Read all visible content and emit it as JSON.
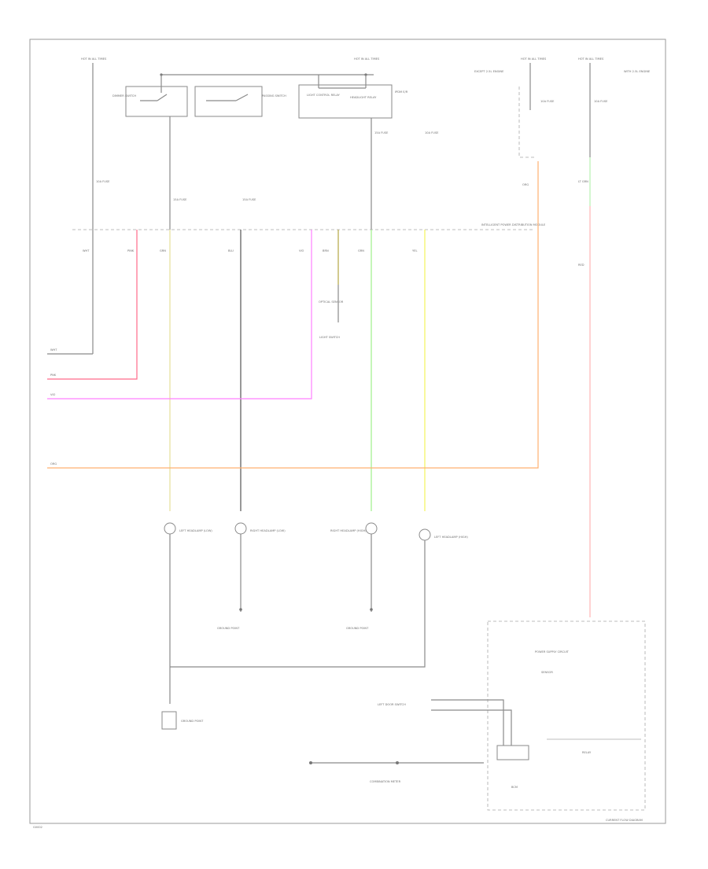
{
  "diagram": {
    "footer_code": "G0002",
    "caption": "CURRENT FLOW DIAGRAM",
    "top_labels": {
      "hot_a": "HOT IN ALL TIMES",
      "hot_b": "HOT IN ALL TIMES",
      "hot_c": "HOT IN ALL TIMES",
      "hot_d": "HOT IN ALL TIMES"
    },
    "switch_labels": {
      "sw1": "DIMMER SWITCH",
      "sw2": "PASSING SWITCH",
      "relay_coil": "LIGHT CONTROL RELAY",
      "relay_name": "HEADLIGHT RELAY",
      "relay_note": "IPDM E/R"
    },
    "fuses": {
      "f1": "10A FUSE",
      "f2": "15A FUSE",
      "f3": "15A FUSE",
      "f4": "15A FUSE",
      "f5": "10A FUSE",
      "f6": "10A FUSE"
    },
    "bus": {
      "label": "INTELLIGENT POWER DISTRIBUTION MODULE"
    },
    "wire_codes": {
      "w1": "WHT",
      "w2": "PINK",
      "w3": "GRN",
      "w4": "BLU",
      "w5": "VIO",
      "w6": "BRN",
      "w7": "GRN",
      "w8": "YEL",
      "w9": "ORG",
      "w10": "LT GRN",
      "w11": "RED"
    },
    "left_codes": {
      "c1": "WHT",
      "c2": "PNK",
      "c3": "VIO",
      "c4": "ORG"
    },
    "lamps": {
      "l1": "LEFT HEADLAMP (LOW)",
      "l2": "RIGHT HEADLAMP (LOW)",
      "l3": "RIGHT HEADLAMP (HIGH)",
      "l4": "LEFT HEADLAMP (HIGH)"
    },
    "grounds": {
      "g1": "GROUND POINT",
      "g2": "GROUND POINT",
      "g3": "GROUND POINT"
    },
    "notes": {
      "n1": "EXCEPT 2.5L ENGINE",
      "n2": "WITH 2.5L ENGINE",
      "n3": "OPTICAL SENSOR",
      "n4": "LIGHT SWITCH",
      "n5": "LEFT DOOR SWITCH",
      "n6": "COMBINATION METER",
      "n7": "POWER SUPPLY CIRCUIT",
      "n8": "SENSOR",
      "n9": "RELAY",
      "n10": "BCM"
    }
  }
}
